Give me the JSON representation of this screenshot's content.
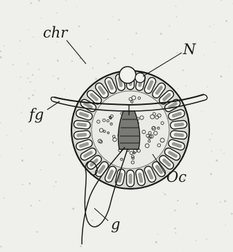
{
  "figure": {
    "labels": {
      "chr": "chr",
      "N": "N",
      "fg": "fg",
      "Oc": "Oc",
      "g": "g"
    },
    "colors": {
      "paper": "#efefeb",
      "ink": "#1a1a1a",
      "stipple": "#c9c9c3"
    }
  }
}
